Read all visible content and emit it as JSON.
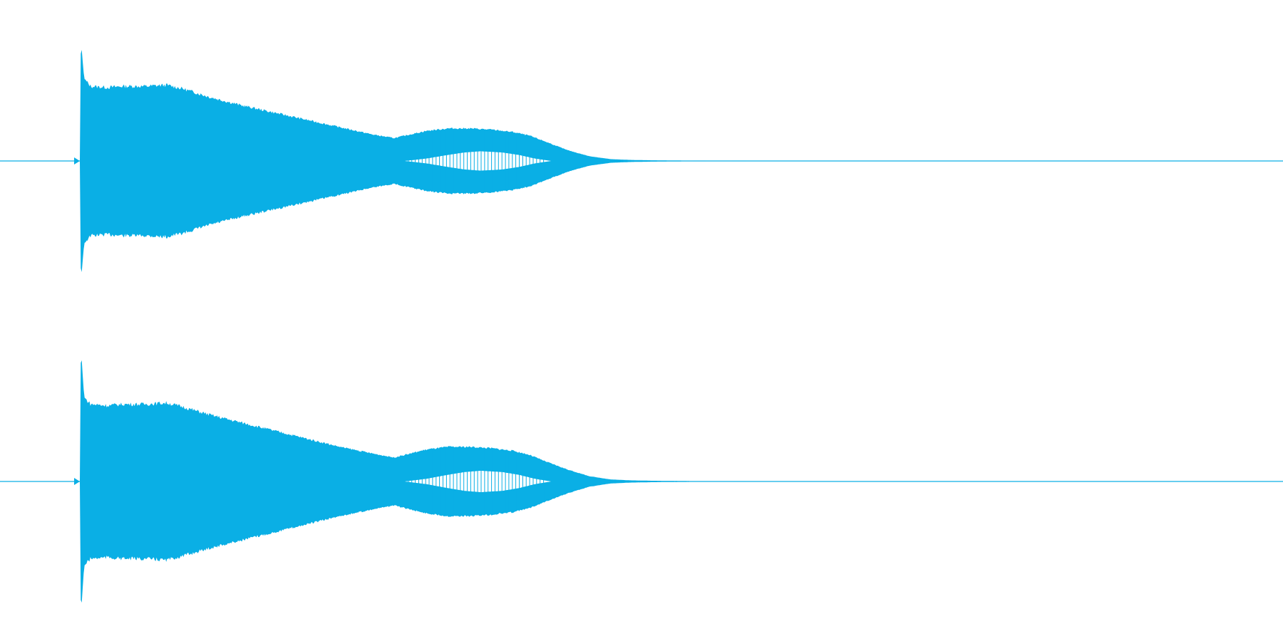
{
  "waveform": {
    "color": "#0aafe5",
    "background": "#ffffff",
    "channels": [
      {
        "name": "channel-1",
        "envelope": [
          [
            0.0,
            0.0
          ],
          [
            0.001,
            1.0
          ],
          [
            0.004,
            0.68
          ],
          [
            0.01,
            0.62
          ],
          [
            0.025,
            0.61
          ],
          [
            0.04,
            0.62
          ],
          [
            0.06,
            0.62
          ],
          [
            0.08,
            0.63
          ],
          [
            0.095,
            0.6
          ],
          [
            0.12,
            0.53
          ],
          [
            0.15,
            0.46
          ],
          [
            0.18,
            0.4
          ],
          [
            0.21,
            0.34
          ],
          [
            0.24,
            0.28
          ],
          [
            0.27,
            0.22
          ],
          [
            0.29,
            0.19
          ],
          [
            0.3,
            0.21
          ],
          [
            0.32,
            0.25
          ],
          [
            0.34,
            0.27
          ],
          [
            0.36,
            0.27
          ],
          [
            0.38,
            0.26
          ],
          [
            0.4,
            0.24
          ],
          [
            0.415,
            0.21
          ],
          [
            0.43,
            0.16
          ],
          [
            0.45,
            0.09
          ],
          [
            0.47,
            0.04
          ],
          [
            0.49,
            0.015
          ],
          [
            0.51,
            0.008
          ],
          [
            0.54,
            0.004
          ],
          [
            0.58,
            0.002
          ],
          [
            0.62,
            0.0
          ]
        ],
        "inner_hole": [
          [
            0.3,
            0.0
          ],
          [
            0.32,
            0.02
          ],
          [
            0.34,
            0.05
          ],
          [
            0.355,
            0.07
          ],
          [
            0.37,
            0.08
          ],
          [
            0.39,
            0.07
          ],
          [
            0.405,
            0.05
          ],
          [
            0.42,
            0.02
          ],
          [
            0.435,
            0.0
          ]
        ]
      },
      {
        "name": "channel-2",
        "envelope": [
          [
            0.0,
            0.0
          ],
          [
            0.001,
            1.0
          ],
          [
            0.004,
            0.63
          ],
          [
            0.01,
            0.58
          ],
          [
            0.025,
            0.57
          ],
          [
            0.04,
            0.58
          ],
          [
            0.06,
            0.58
          ],
          [
            0.08,
            0.59
          ],
          [
            0.095,
            0.56
          ],
          [
            0.12,
            0.5
          ],
          [
            0.15,
            0.44
          ],
          [
            0.18,
            0.38
          ],
          [
            0.21,
            0.32
          ],
          [
            0.24,
            0.26
          ],
          [
            0.27,
            0.21
          ],
          [
            0.29,
            0.18
          ],
          [
            0.3,
            0.2
          ],
          [
            0.32,
            0.24
          ],
          [
            0.34,
            0.26
          ],
          [
            0.36,
            0.26
          ],
          [
            0.38,
            0.25
          ],
          [
            0.4,
            0.23
          ],
          [
            0.415,
            0.2
          ],
          [
            0.43,
            0.15
          ],
          [
            0.45,
            0.09
          ],
          [
            0.47,
            0.04
          ],
          [
            0.49,
            0.015
          ],
          [
            0.51,
            0.008
          ],
          [
            0.54,
            0.004
          ],
          [
            0.58,
            0.002
          ],
          [
            0.62,
            0.0
          ]
        ],
        "inner_hole": [
          [
            0.3,
            0.0
          ],
          [
            0.32,
            0.02
          ],
          [
            0.34,
            0.05
          ],
          [
            0.355,
            0.07
          ],
          [
            0.37,
            0.08
          ],
          [
            0.39,
            0.07
          ],
          [
            0.405,
            0.05
          ],
          [
            0.42,
            0.02
          ],
          [
            0.435,
            0.0
          ]
        ]
      }
    ]
  }
}
